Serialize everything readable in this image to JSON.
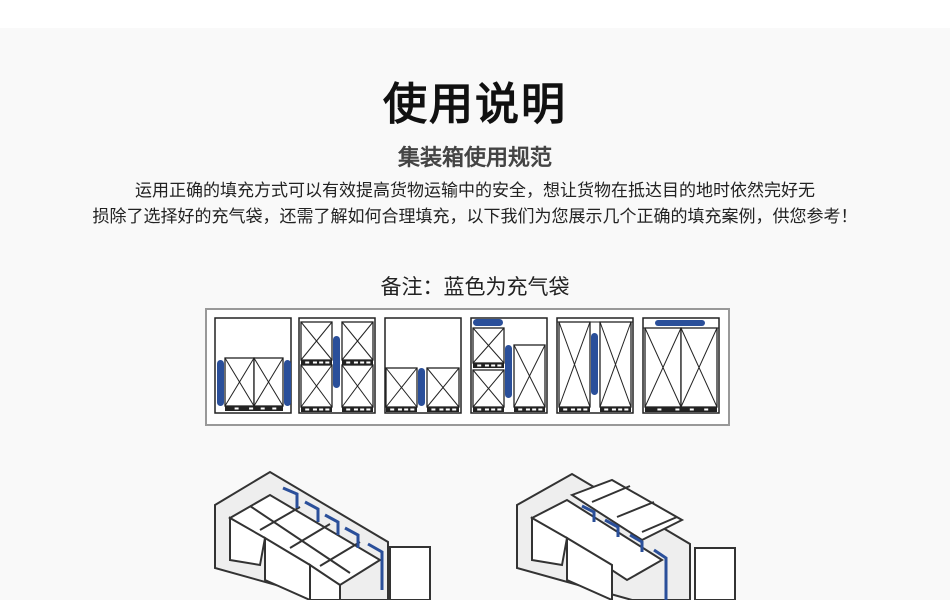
{
  "title": "使用说明",
  "subtitle": "集装箱使用规范",
  "paragraph_lines": [
    "运用正确的填充方式可以有效提高货物运输中的安全，想让货物在抵达目的地时依然完好无",
    "损除了选择好的充气袋，还需了解如何合理填充，以下我们为您展示几个正确的填充案例，供您参考！"
  ],
  "note": "备注：蓝色为充气袋",
  "colors": {
    "airbag": "#2a4f9a",
    "line": "#222222",
    "panel_border": "#999999"
  }
}
